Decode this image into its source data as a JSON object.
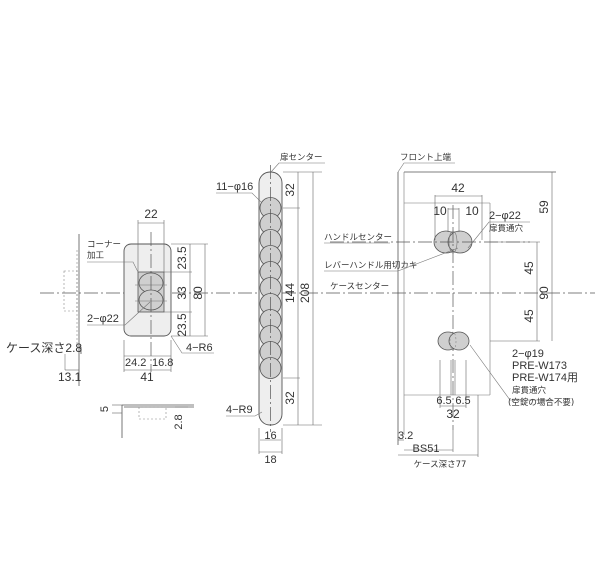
{
  "center_line_label": "ケースセンター",
  "left_view": {
    "corner_label_1": "コーナー",
    "corner_label_2": "加工",
    "holes_label": "2−φ22",
    "corner_radius_label": "4−R6",
    "case_depth_label": "ケース深さ2.8",
    "dim_13_1": "13.1",
    "dim_width_top": "22",
    "dim_23_5_top": "23.5",
    "dim_33": "33",
    "dim_23_5_bottom": "23.5",
    "dim_80": "80",
    "dim_24_2": "24.2",
    "dim_16_8": "16.8",
    "dim_41": "41"
  },
  "bottom_detail": {
    "dim_5": "5",
    "dim_2_8": "2.8"
  },
  "front_plate": {
    "door_center_label": "扉センター",
    "holes_label": "11−φ16",
    "radius_label": "4−R9",
    "dim_32_top": "32",
    "dim_144": "144",
    "dim_208": "208",
    "dim_32_bottom": "32",
    "dim_16": "16",
    "dim_18": "18"
  },
  "right_view": {
    "front_top_label": "フロント上端",
    "handle_center_label": "ハンドルセンター",
    "lever_cutout_label": "レバーハンドル用切カキ",
    "dim_42": "42",
    "dim_10_left": "10",
    "dim_10_right": "10",
    "through_hole_label": "2−φ22",
    "through_hole_sub": "扉貫通穴",
    "dim_59": "59",
    "dim_45_top": "45",
    "dim_90": "90",
    "dim_45_bottom": "45",
    "lower_hole_label": "2−φ19",
    "lower_hole_line2": "PRE-W173",
    "lower_hole_line3": "PRE-W174用",
    "lower_hole_line4": "扉貫通穴",
    "lower_hole_line5": "(空錠の場合不要)",
    "dim_6_5_left": "6.5",
    "dim_6_5_right": "6.5",
    "dim_32": "32",
    "dim_3_2": "3.2",
    "backset_label": "BS51",
    "case_depth_label": "ケース深さ77"
  },
  "colors": {
    "line": "#555555",
    "body_fill": "#eeeeee",
    "hole_fill": "#cfcfcf",
    "text": "#333333",
    "background": "#ffffff"
  }
}
